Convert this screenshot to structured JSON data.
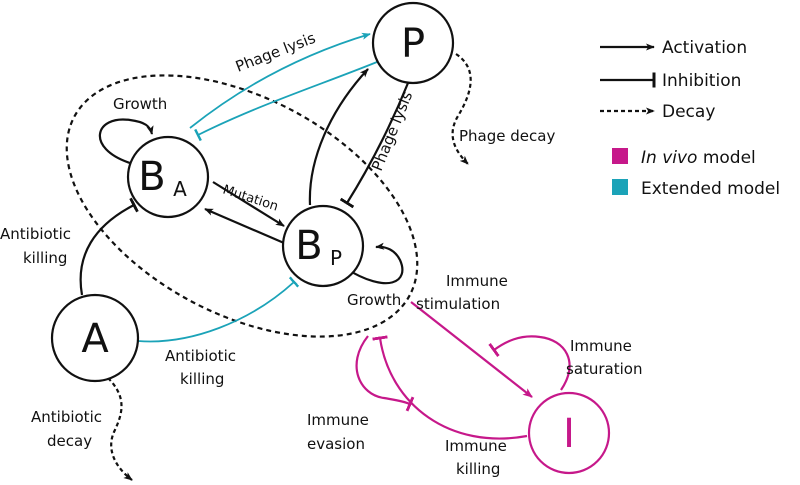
{
  "colors": {
    "black": "#111111",
    "cyan": "#1ba3b8",
    "magenta": "#c6188a"
  },
  "nodes": {
    "p": {
      "letter": "P",
      "sub": ""
    },
    "ba": {
      "letter": "B",
      "sub": "A"
    },
    "bp": {
      "letter": "B",
      "sub": "P"
    },
    "a": {
      "letter": "A",
      "sub": ""
    },
    "i": {
      "letter": "I",
      "sub": ""
    }
  },
  "labels": {
    "growth_ba": "Growth",
    "growth_bp": "Growth",
    "mutation": "Mutation",
    "phage_lysis_top": "Phage lysis",
    "phage_lysis_side": "Phage lysis",
    "phage_decay": "Phage decay",
    "antibiotic_killing_left_1": "Antibiotic",
    "antibiotic_killing_left_2": "killing",
    "antibiotic_killing_bottom_1": "Antibiotic",
    "antibiotic_killing_bottom_2": "killing",
    "antibiotic_decay_1": "Antibiotic",
    "antibiotic_decay_2": "decay",
    "immune_stimulation_1": "Immune",
    "immune_stimulation_2": "stimulation",
    "immune_saturation_1": "Immune",
    "immune_saturation_2": "saturation",
    "immune_evasion_1": "Immune",
    "immune_evasion_2": "evasion",
    "immune_killing_1": "Immune",
    "immune_killing_2": "killing"
  },
  "legend": {
    "activation": "Activation",
    "inhibition": "Inhibition",
    "decay": "Decay",
    "in_vivo_em": "In vivo",
    "in_vivo_rest": " model",
    "extended": "Extended model"
  }
}
